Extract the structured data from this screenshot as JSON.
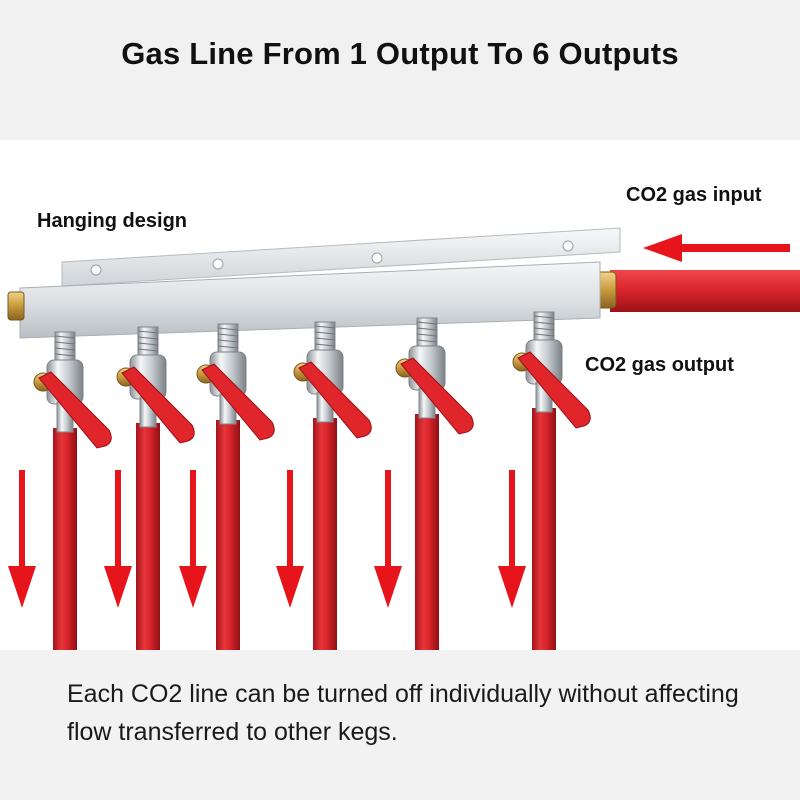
{
  "header": {
    "title": "Gas Line From 1 Output To 6 Outputs"
  },
  "labels": {
    "hanging_design": "Hanging design",
    "gas_input": "CO2 gas input",
    "gas_output": "CO2 gas output"
  },
  "footer": {
    "text": "Each CO2 line can be turned off individually without affecting flow transferred to other kegs."
  },
  "colors": {
    "hose": "#d8232a",
    "arrow": "#e8141b",
    "manifold": "#dfe3e6",
    "brass": "#c79a3c",
    "valve_handle": "#e0252b"
  },
  "icons": [
    "arrow-left-icon",
    "arrow-down-icon",
    "ball-valve-icon",
    "brass-fitting-icon"
  ]
}
